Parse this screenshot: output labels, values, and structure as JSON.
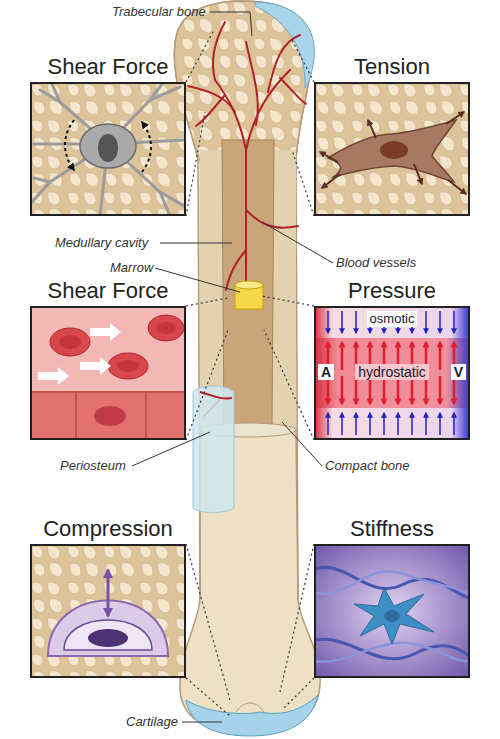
{
  "diagram": {
    "nodes": [
      {
        "text": [
          "Shear Force"
        ]
      },
      {
        "text": [
          "Tension"
        ]
      },
      {
        "text": [
          "Shear Force"
        ]
      },
      {
        "text": [
          "Pressure",
          "osmotic",
          "hydrostatic",
          "A",
          "V"
        ]
      },
      {
        "text": [
          "Compression"
        ]
      },
      {
        "text": [
          "Stiffness"
        ]
      }
    ],
    "labels": [
      "Trabecular bone",
      "Medullary cavity",
      "Blood vessels",
      "Marrow",
      "Periosteum",
      "Compact bone",
      "Cartilage"
    ]
  }
}
